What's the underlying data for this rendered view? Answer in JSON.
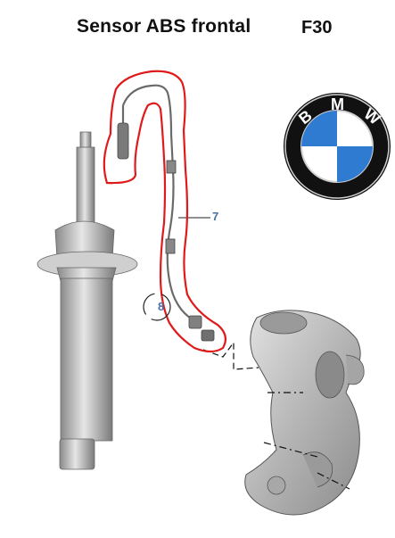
{
  "header": {
    "title": "Sensor ABS frontal",
    "model": "F30"
  },
  "logo": {
    "letters": [
      "B",
      "M",
      "W"
    ],
    "colors": {
      "blue": "#2f7bd1",
      "white": "#ffffff",
      "ring": "#111111"
    }
  },
  "callouts": {
    "wire": "7",
    "sensor": "8"
  },
  "colors": {
    "highlight": "#e01a1a",
    "callout": "#4a6fa5",
    "part_gray": "#b9b9b9"
  }
}
